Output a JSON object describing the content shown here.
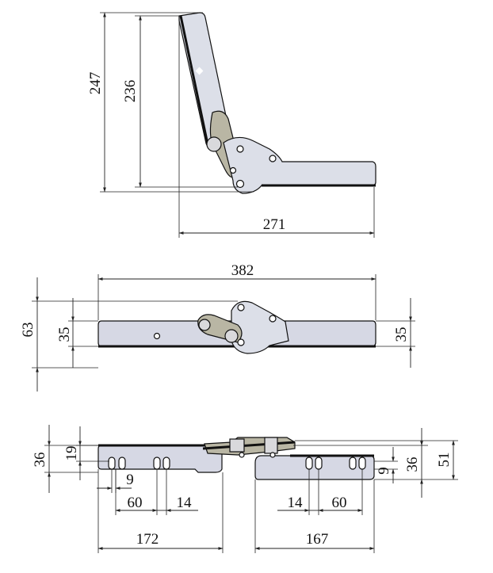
{
  "views": {
    "side_view": {
      "dims": {
        "overall_height": "247",
        "back_height": "236",
        "seat_depth": "271"
      }
    },
    "folded_view": {
      "dims": {
        "overall_length": "382",
        "max_height": "63",
        "panel_height_left": "35",
        "panel_height_right": "35"
      }
    },
    "mounting_view": {
      "dims": {
        "left_height": "36",
        "left_offset": "19",
        "left_hole_gap": "9",
        "left_slot_spacing": "60",
        "left_slot_width": "14",
        "left_plate_length": "172",
        "right_slot_width": "14",
        "right_slot_spacing": "60",
        "right_plate_length": "167",
        "right_hole_gap": "9",
        "right_height": "36",
        "right_total_height": "51"
      }
    }
  },
  "colors": {
    "panel_fill": "#dcdfe8",
    "link_fill": "#b9b6a4",
    "outline": "#111111"
  }
}
